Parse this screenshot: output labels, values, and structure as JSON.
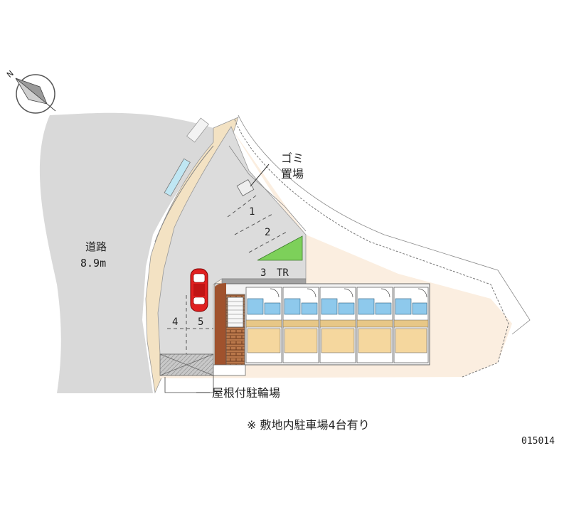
{
  "compass": {
    "north_label": "N",
    "icon": "compass-icon"
  },
  "road": {
    "name": "道路",
    "width": "8.9m"
  },
  "garbage": {
    "line1": "ゴミ",
    "line2": "置場"
  },
  "parking_spots": [
    "1",
    "2",
    "3",
    "4",
    "5"
  ],
  "trunk_room_label": "TR",
  "bicycle_parking_label": "屋根付駐輪場",
  "note": "※ 敷地内駐車場4台有り",
  "property_code": "015014",
  "colors": {
    "road": "#d9d9d9",
    "sidewalk": "#f3e2c3",
    "site": "#fbeee0",
    "parking_lot": "#dcdcdc",
    "building_wall": "#8c8c8c",
    "unit_floor": "#f5d79e",
    "bath": "#8ec9ec",
    "corridor_brown": "#a0522d",
    "car": "#e02020",
    "grass": "#7dd05a"
  }
}
